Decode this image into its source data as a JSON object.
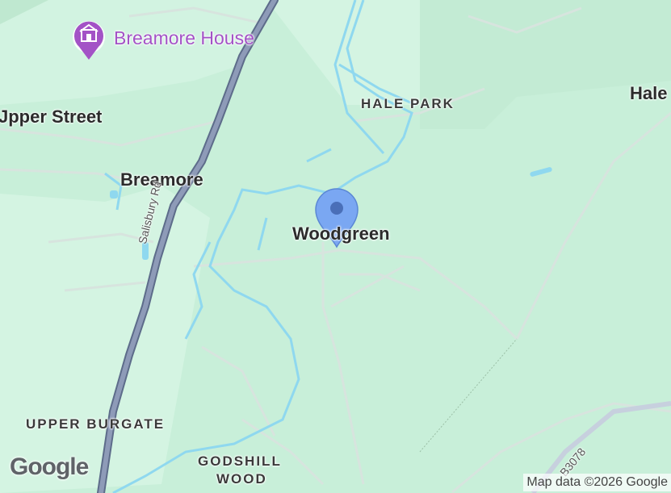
{
  "poi": {
    "name": "Breamore House",
    "icon": "museum-icon",
    "color": "#a352c6"
  },
  "places": {
    "upper_street": "Jpper Street",
    "breamore": "Breamore",
    "woodgreen": "Woodgreen",
    "hale": "Hale"
  },
  "areas": {
    "hale_park": "HALE PARK",
    "upper_burgate": "UPPER BURGATE",
    "godshill_1": "GODSHILL",
    "godshill_2": "WOOD"
  },
  "roads": {
    "salisbury_rd": "Salisbury Rd",
    "b3078": "B3078"
  },
  "marker": {
    "icon": "map-pin-icon",
    "color": "#7aa7f2"
  },
  "attribution": "Map data ©2026 Google",
  "logo": "Google",
  "colors": {
    "land": "#c8efd9",
    "river": "#8fd8ef",
    "main_road": "#7a8aa8",
    "minor_road": "#d7e4de"
  }
}
